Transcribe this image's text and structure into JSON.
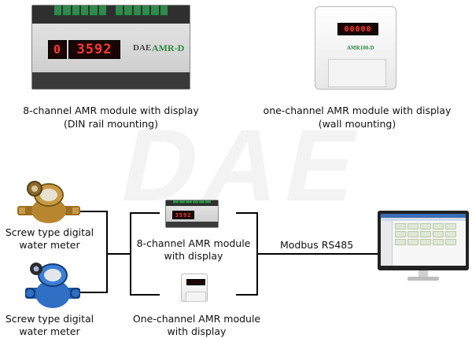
{
  "watermark": "DAE",
  "products": {
    "din_module": {
      "display_reading": "3592",
      "display_prefix": "0",
      "brand": "AMR-D",
      "brand_prefix": "DAE",
      "caption_line1": "8-channel AMR module with display",
      "caption_line2": "(DIN rail mounting)"
    },
    "wall_module": {
      "display_reading": "00000",
      "brand": "AMR100-D",
      "caption_line1": "one-channel AMR module with display",
      "caption_line2": "(wall mounting)"
    }
  },
  "diagram": {
    "meter_top": {
      "label_line1": "Screw type digital",
      "label_line2": "water meter"
    },
    "meter_bottom": {
      "label_line1": "Screw type digital",
      "label_line2": "water meter"
    },
    "module_top": {
      "label_line1": "8-channel AMR module",
      "label_line2": "with display"
    },
    "module_bottom": {
      "label_line1": "One-channel AMR module",
      "label_line2": "with display"
    },
    "link_label": "Modbus RS485"
  },
  "colors": {
    "terminal_green": "#2e8b4b",
    "led_red": "#ff3b2f",
    "brand_green": "#2d8a3e",
    "meter_brass": "#b8862f",
    "meter_blue": "#2f6fc4"
  }
}
